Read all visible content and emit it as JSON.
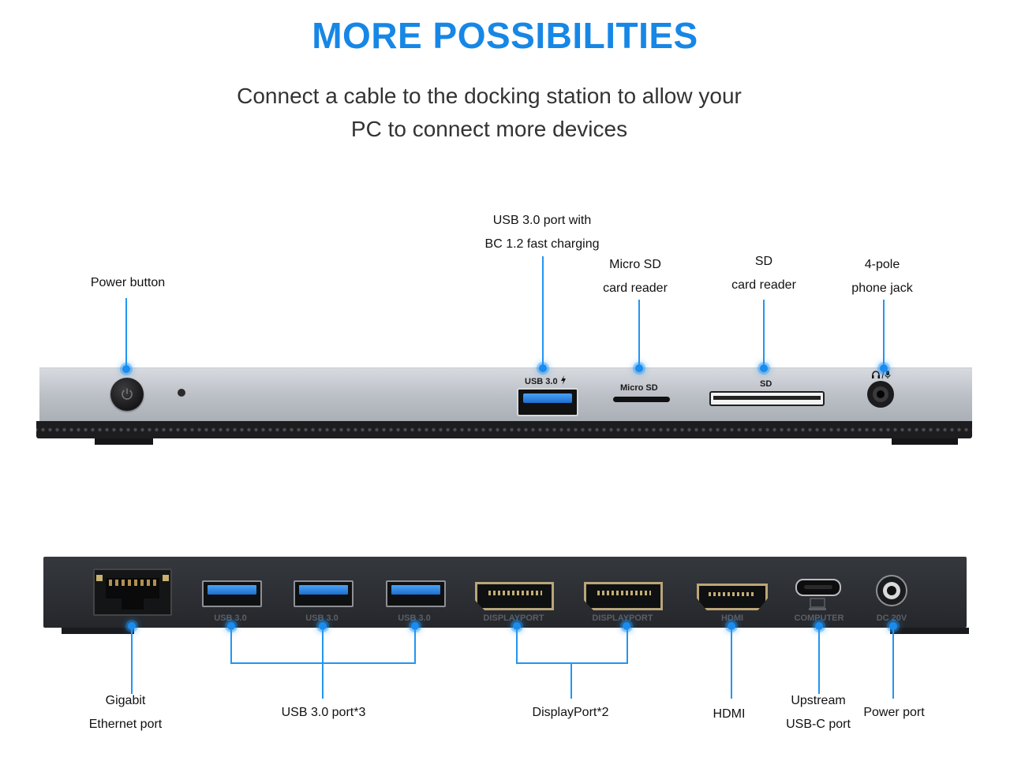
{
  "header": {
    "title": "MORE POSSIBILITIES",
    "subtitle_line1": "Connect a cable to the docking station to allow your",
    "subtitle_line2": "PC to connect more devices"
  },
  "front": {
    "power_button": "Power button",
    "usb_fast": [
      "USB 3.0 port with",
      "BC 1.2 fast charging"
    ],
    "micro_sd": [
      "Micro SD",
      "card reader"
    ],
    "sd": [
      "SD",
      "card reader"
    ],
    "phone_jack": [
      "4-pole",
      "phone jack"
    ],
    "port_labels": {
      "usb": "USB 3.0",
      "micro_sd": "Micro SD",
      "sd": "SD"
    }
  },
  "rear": {
    "ethernet": [
      "Gigabit",
      "Ethernet port"
    ],
    "usb": "USB 3.0 port*3",
    "displayport": "DisplayPort*2",
    "hdmi": "HDMI",
    "upstream": [
      "Upstream",
      "USB-C port"
    ],
    "power": "Power port",
    "port_labels": {
      "usb1": "USB 3.0",
      "usb2": "USB 3.0",
      "usb3": "USB 3.0",
      "dp1": "DISPLAYPORT",
      "dp2": "DISPLAYPORT",
      "hdmi": "HDMI",
      "computer": "COMPUTER",
      "dc": "DC 20V"
    }
  },
  "colors": {
    "accent": "#1787e6",
    "line": "#2196f3"
  }
}
